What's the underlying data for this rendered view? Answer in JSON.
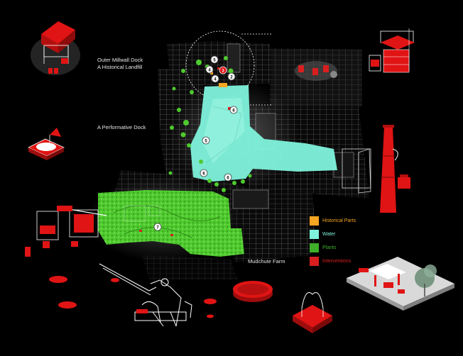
{
  "labels": {
    "outer_dock_line1": "Outer Millwall Dock",
    "outer_dock_line2": "A Historical Landfill",
    "performative_dock": "A Performative Dock",
    "mudchute_farm": "Mudchute Farm"
  },
  "legend": [
    {
      "label": "Historical Parts",
      "color": "#f5a623"
    },
    {
      "label": "Water",
      "color": "#7ff3dc"
    },
    {
      "label": "Plants",
      "color": "#3fae2a"
    },
    {
      "label": "Interventions",
      "color": "#d81e1e"
    }
  ],
  "markers": [
    "5",
    "4",
    "3",
    "4",
    "2",
    "6",
    "5",
    "6",
    "6",
    "7"
  ],
  "colors": {
    "background": "#000000",
    "intervention_red": "#e01414",
    "water": "#7ff3dc",
    "plants": "#4ecb2e",
    "historical": "#f5a623",
    "buildings": "#bfbfbf"
  }
}
